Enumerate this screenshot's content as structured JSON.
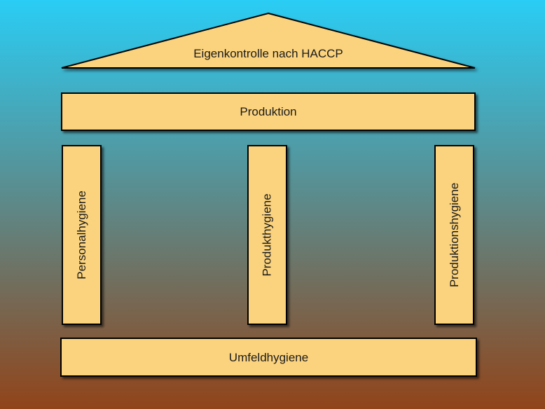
{
  "diagram": {
    "title": "Eigenkontrolle nach HACCP",
    "roof": {
      "label": "Eigenkontrolle nach HACCP"
    },
    "beam": {
      "label": "Produktion"
    },
    "pillars": [
      {
        "label": "Personalhygiene"
      },
      {
        "label": "Produkthygiene"
      },
      {
        "label": "Produktionshygiene"
      }
    ],
    "base": {
      "label": "Umfeldhygiene"
    }
  },
  "colors": {
    "background_top": "#2ACDF5",
    "background_bottom": "#91441A",
    "shape_fill": "#FBD37E",
    "shape_border": "#000000",
    "text": "#1A1A1A"
  }
}
